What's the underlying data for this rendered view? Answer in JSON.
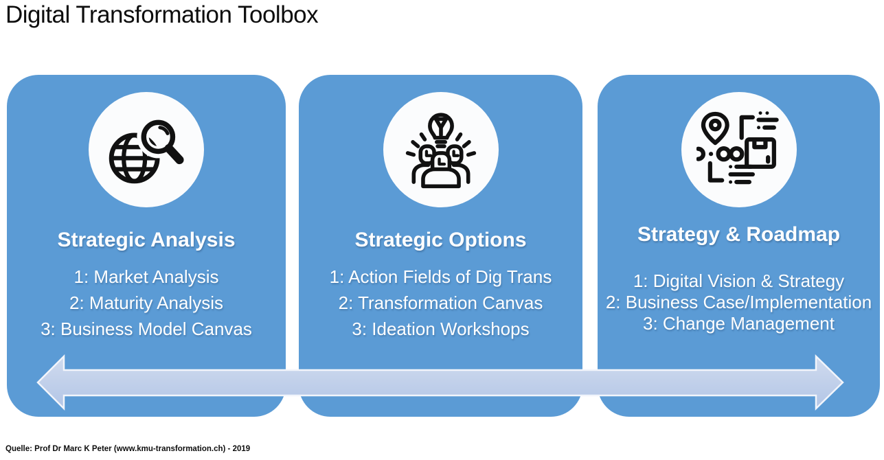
{
  "page": {
    "title": "Digital Transformation Toolbox",
    "source": "Quelle: Prof Dr Marc K Peter (www.kmu-transformation.ch) - 2019"
  },
  "colors": {
    "card_background": "#5b9bd5",
    "card_text": "#ffffff",
    "heading_text": "#0d0d0d",
    "icon_circle_background": "#fbfcfd",
    "icon_stroke": "#111111",
    "arrow_fill_top": "#d0dbee",
    "arrow_fill_bottom": "#b2c5e6",
    "arrow_outline": "#f2f5fb"
  },
  "cards": [
    {
      "id": "strategic-analysis",
      "icon": "globe-magnifier-icon",
      "title": "Strategic Analysis",
      "items": [
        "1: Market Analysis",
        "2: Maturity Analysis",
        "3: Business Model Canvas"
      ]
    },
    {
      "id": "strategic-options",
      "icon": "idea-team-icon",
      "title": "Strategic Options",
      "items": [
        "1: Action Fields of Dig Trans",
        "2: Transformation Canvas",
        "3: Ideation Workshops"
      ]
    },
    {
      "id": "strategy-roadmap",
      "icon": "roadmap-icon",
      "title": "Strategy & Roadmap",
      "items": [
        "1: Digital Vision & Strategy",
        "2: Business Case/Implementation",
        "3: Change Management"
      ]
    }
  ],
  "arrow": {
    "name": "timeline-arrow",
    "direction": "double-headed"
  }
}
